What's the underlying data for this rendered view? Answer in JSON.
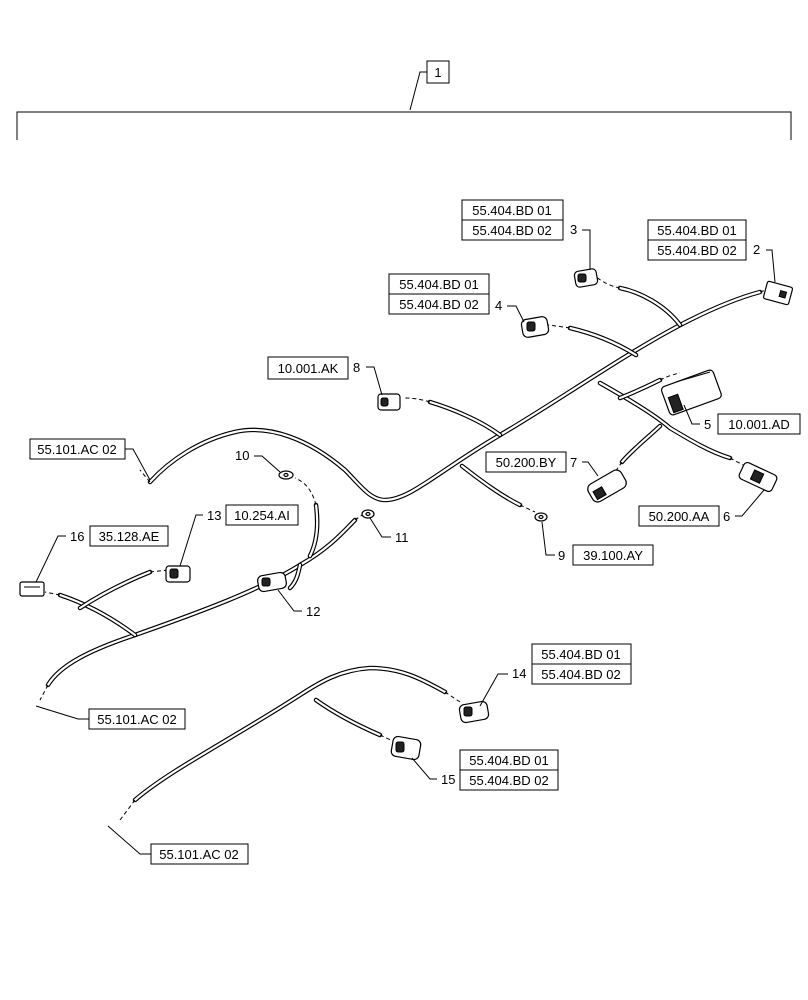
{
  "callouts": {
    "top_item": "1",
    "c2": {
      "num": "2",
      "refs": [
        "55.404.BD 01",
        "55.404.BD 02"
      ]
    },
    "c3": {
      "num": "3",
      "refs": [
        "55.404.BD 01",
        "55.404.BD 02"
      ]
    },
    "c4": {
      "num": "4",
      "refs": [
        "55.404.BD 01",
        "55.404.BD 02"
      ]
    },
    "c5": {
      "num": "5",
      "ref": "10.001.AD"
    },
    "c6": {
      "num": "6",
      "ref": "50.200.AA"
    },
    "c7": {
      "num": "7",
      "ref": "50.200.BY"
    },
    "c8": {
      "num": "8",
      "ref": "10.001.AK"
    },
    "c9": {
      "num": "9",
      "ref": "39.100.AY"
    },
    "c10": {
      "num": "10"
    },
    "c11": {
      "num": "11"
    },
    "c12": {
      "num": "12"
    },
    "c13": {
      "num": "13",
      "ref": "10.254.AI"
    },
    "c14": {
      "num": "14",
      "refs": [
        "55.404.BD 01",
        "55.404.BD 02"
      ]
    },
    "c15": {
      "num": "15",
      "refs": [
        "55.404.BD 01",
        "55.404.BD 02"
      ]
    },
    "c16": {
      "num": "16",
      "ref": "35.128.AE"
    },
    "harness_ref_1": "55.101.AC 02",
    "harness_ref_2": "55.101.AC 02",
    "harness_ref_3": "55.101.AC 02"
  }
}
